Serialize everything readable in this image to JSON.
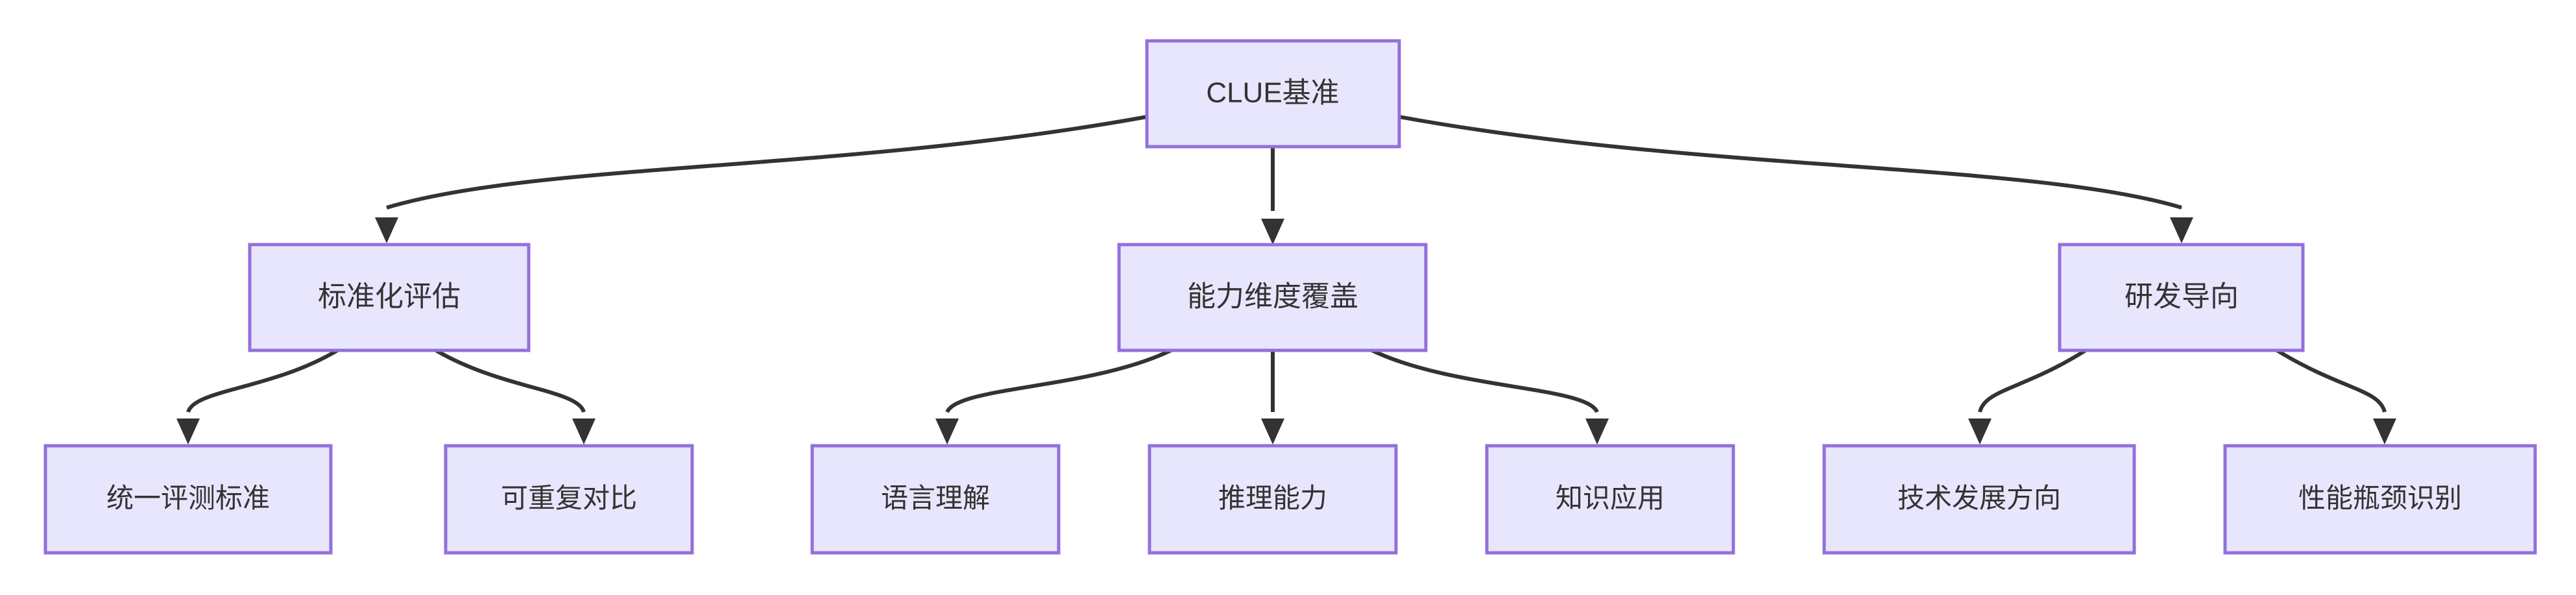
{
  "diagram": {
    "type": "flowchart",
    "direction": "top-down",
    "title_node": "CLUE基准",
    "theme": {
      "background": "#ffffff",
      "node_fill": "#e8e6fc",
      "node_border": "#9370db",
      "edge_color": "#333333",
      "text_color": "#333333"
    },
    "nodes": {
      "root": {
        "label": "CLUE基准"
      },
      "branch_1": {
        "label": "标准化评估"
      },
      "branch_2": {
        "label": "能力维度覆盖"
      },
      "branch_3": {
        "label": "研发导向"
      },
      "leaf_1_1": {
        "label": "统一评测标准"
      },
      "leaf_1_2": {
        "label": "可重复对比"
      },
      "leaf_2_1": {
        "label": "语言理解"
      },
      "leaf_2_2": {
        "label": "推理能力"
      },
      "leaf_2_3": {
        "label": "知识应用"
      },
      "leaf_3_1": {
        "label": "技术发展方向"
      },
      "leaf_3_2": {
        "label": "性能瓶颈识别"
      }
    },
    "edges": [
      {
        "from": "CLUE基准",
        "to": "标准化评估"
      },
      {
        "from": "CLUE基准",
        "to": "能力维度覆盖"
      },
      {
        "from": "CLUE基准",
        "to": "研发导向"
      },
      {
        "from": "标准化评估",
        "to": "统一评测标准"
      },
      {
        "from": "标准化评估",
        "to": "可重复对比"
      },
      {
        "from": "能力维度覆盖",
        "to": "语言理解"
      },
      {
        "from": "能力维度覆盖",
        "to": "推理能力"
      },
      {
        "from": "能力维度覆盖",
        "to": "知识应用"
      },
      {
        "from": "研发导向",
        "to": "技术发展方向"
      },
      {
        "from": "研发导向",
        "to": "性能瓶颈识别"
      }
    ]
  }
}
